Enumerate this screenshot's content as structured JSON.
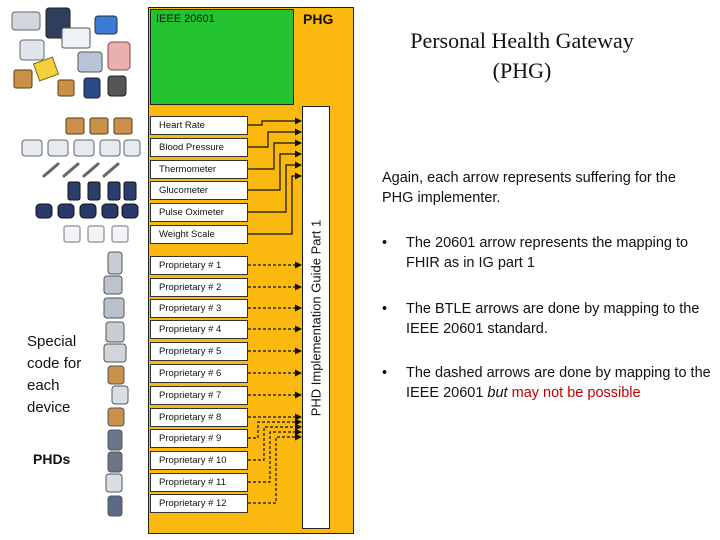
{
  "phg_diagram": {
    "ieee_label": "IEEE 20601",
    "phg_label": "PHG",
    "guide_label": "PHD Implementation Guide Part 1",
    "protocols": [
      "Heart Rate",
      "Blood Pressure",
      "Thermometer",
      "Glucometer",
      "Pulse Oximeter",
      "Weight Scale",
      "Proprietary # 1",
      "Proprietary # 2",
      "Proprietary # 3",
      "Proprietary # 4",
      "Proprietary # 5",
      "Proprietary # 6",
      "Proprietary # 7",
      "Proprietary # 8",
      "Proprietary # 9",
      "Proprietary # 10",
      "Proprietary # 11",
      "Proprietary # 12"
    ]
  },
  "title": {
    "line1": "Personal Health Gateway",
    "line2": "(PHG)"
  },
  "notes": {
    "intro": "Again, each arrow represents suffering for the PHG implementer.",
    "bullet_char": "•",
    "bullet1": "The 20601 arrow represents the mapping to FHIR as in IG part 1",
    "bullet2": "The BTLE arrows are done by mapping to the IEEE 20601 standard.",
    "bullet3_pre": "The dashed arrows are done by mapping to the IEEE 20601 ",
    "bullet3_italic": "but",
    "bullet3_red": " may not be possible"
  },
  "left_labels": {
    "special": "Special code for each device",
    "phds": "PHDs"
  },
  "colors": {
    "phg_box": "#FBB80F",
    "ieee_box": "#22C32E",
    "highlight_red": "#C00000"
  }
}
